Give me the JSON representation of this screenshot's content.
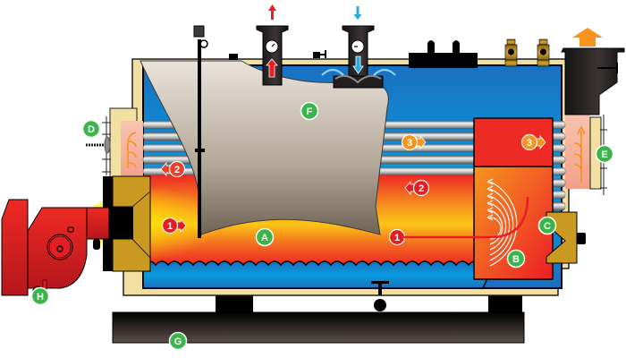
{
  "diagram": {
    "title": "Three-pass fire-tube boiler cross-section",
    "colors": {
      "insulation": "#f1e0a2",
      "water": "#1b8ad6",
      "water_light": "#09a6e8",
      "flame_red": "#ee2a24",
      "flame_orange": "#f7941d",
      "flame_yellow": "#fff200",
      "tube": "#b9b9b9",
      "steam_space": "#d9d2c8",
      "metal_dark": "#231f20",
      "burner_red": "#e31e24",
      "label_green": "#39b54a",
      "pass1_red": "#e31e24",
      "pass2_red": "#e8412c",
      "pass3_orange": "#f7941d",
      "brass": "#c99a1f",
      "chimney_arrow": "#f7941d",
      "steam_arrow": "#ed1c24",
      "feed_arrow": "#29abe2"
    },
    "letter_labels": [
      {
        "id": "A",
        "meaning": "furnace"
      },
      {
        "id": "B",
        "meaning": "reversal chamber"
      },
      {
        "id": "C",
        "meaning": "rear door"
      },
      {
        "id": "D",
        "meaning": "front door"
      },
      {
        "id": "E",
        "meaning": "smoke box"
      },
      {
        "id": "F",
        "meaning": "water / steam space"
      },
      {
        "id": "G",
        "meaning": "base frame"
      },
      {
        "id": "H",
        "meaning": "burner"
      }
    ],
    "pass_labels": [
      {
        "id": "1",
        "direction": "right",
        "where": "furnace front"
      },
      {
        "id": "1",
        "direction": "right",
        "where": "furnace to reversal chamber"
      },
      {
        "id": "2",
        "direction": "left",
        "where": "second pass tubes (front)"
      },
      {
        "id": "2",
        "direction": "left",
        "where": "second pass tubes (middle)"
      },
      {
        "id": "3",
        "direction": "right",
        "where": "third pass tubes (middle)"
      },
      {
        "id": "3",
        "direction": "right",
        "where": "third pass tubes (rear)"
      }
    ],
    "flow_arrows": [
      {
        "name": "steam-outlet",
        "direction": "up"
      },
      {
        "name": "feedwater-inlet",
        "direction": "down"
      },
      {
        "name": "flue-gas-exhaust",
        "direction": "up"
      }
    ]
  }
}
